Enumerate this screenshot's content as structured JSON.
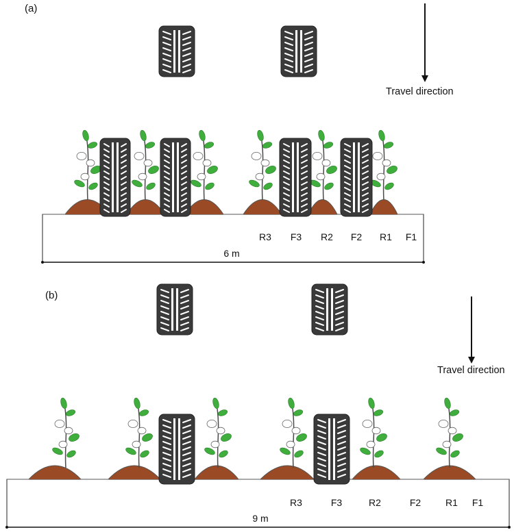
{
  "panels": [
    {
      "id": "a",
      "label": "(a)",
      "direction_label": "Travel direction",
      "width_label": "6 m",
      "row_labels": [
        "R3",
        "F3",
        "R2",
        "F2",
        "R1",
        "F1"
      ]
    },
    {
      "id": "b",
      "label": "(b)",
      "direction_label": "Travel direction",
      "width_label": "9 m",
      "row_labels": [
        "R3",
        "F3",
        "R2",
        "F2",
        "R1",
        "F1"
      ]
    }
  ],
  "colors": {
    "soil": "#9a4a24",
    "tire": "#3a3a3a",
    "tire_tread": "#ffffff",
    "leaf": "#3fae3c",
    "stem": "#4a4a4a"
  },
  "icons": [
    "tire-icon",
    "plant-icon",
    "arrow-down-icon"
  ]
}
